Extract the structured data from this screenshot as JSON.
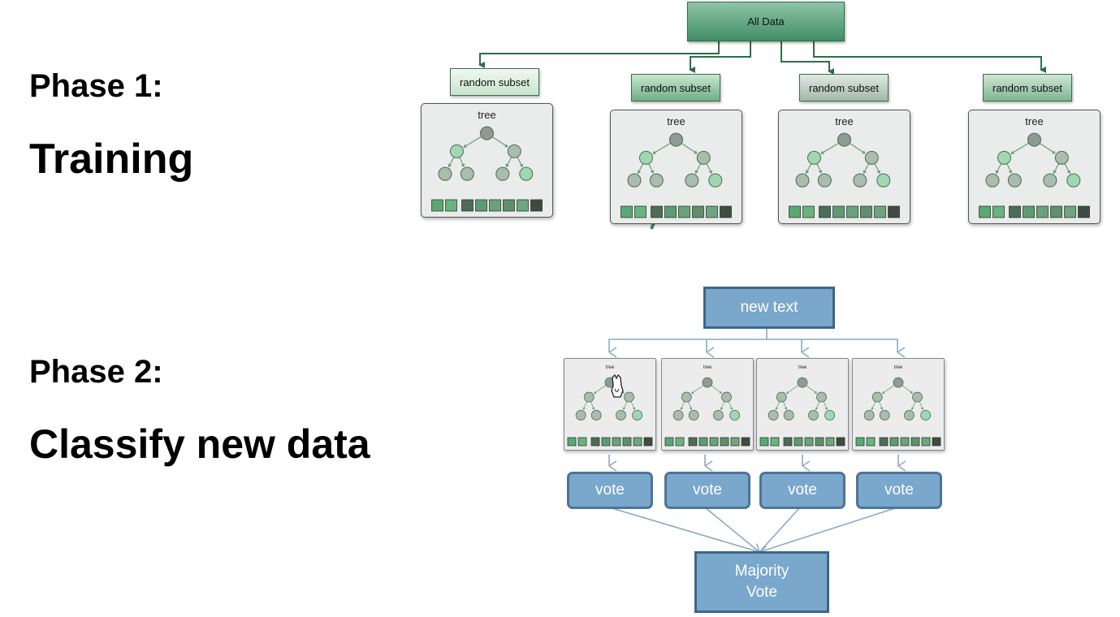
{
  "phase1": {
    "label": "Phase 1:",
    "title": "Training"
  },
  "phase2": {
    "label": "Phase 2:",
    "title": "Classify new data"
  },
  "training_diagram": {
    "root_label": "All Data",
    "subset_labels": [
      "random subset",
      "random subset",
      "random subset",
      "random subset"
    ],
    "tree_label": "tree"
  },
  "classify_diagram": {
    "input_label": "new text",
    "tree_label": "tree",
    "vote_labels": [
      "vote",
      "vote",
      "vote",
      "vote"
    ],
    "result_label": "Majority\nVote"
  },
  "colors": {
    "green_dark": "#3f8e63",
    "green_light": "#d9eddd",
    "blue_box": "#7aa7cc",
    "blue_border": "#3d6688",
    "arrow_green": "#2f6d4a",
    "arrow_blue": "#8aa9c6"
  }
}
